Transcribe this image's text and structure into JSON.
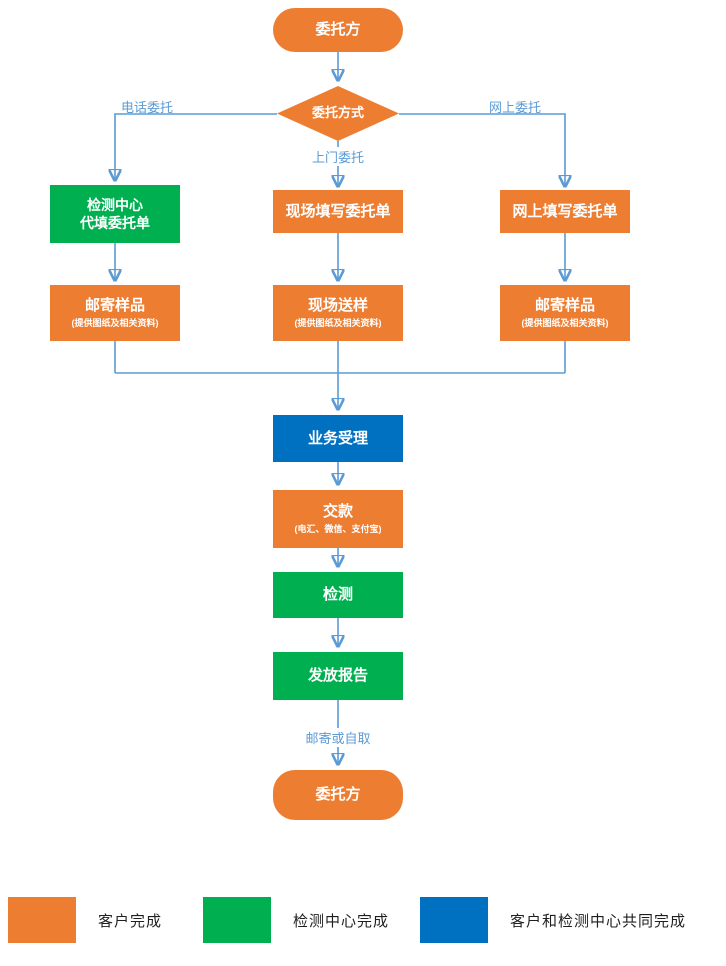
{
  "colors": {
    "orange": "#ED7D31",
    "green": "#00B050",
    "blue": "#0070C0",
    "connector": "#5B9BD5",
    "branch_label_text": "#5B9BD5",
    "legend_text": "#1F1F1F"
  },
  "flow": {
    "start": "委托方",
    "decision": "委托方式",
    "branch_labels": {
      "phone": "电话委托",
      "onsite": "上门委托",
      "online": "网上委托"
    },
    "phone_branch": {
      "step1_line1": "检测中心",
      "step1_line2": "代填委托单",
      "step2_title": "邮寄样品",
      "step2_sub": "(提供图纸及相关资料)"
    },
    "onsite_branch": {
      "step1": "现场填写委托单",
      "step2_title": "现场送样",
      "step2_sub": "(提供图纸及相关资料)"
    },
    "online_branch": {
      "step1": "网上填写委托单",
      "step2_title": "邮寄样品",
      "step2_sub": "(提供图纸及相关资料)"
    },
    "accept": "业务受理",
    "payment_title": "交款",
    "payment_sub": "(电汇、微信、支付宝)",
    "testing": "检测",
    "report": "发放报告",
    "delivery_label": "邮寄或自取",
    "end": "委托方"
  },
  "legend": {
    "items": [
      {
        "label": "客户完成",
        "color": "#ED7D31"
      },
      {
        "label": "检测中心完成",
        "color": "#00B050"
      },
      {
        "label": "客户和检测中心共同完成",
        "color": "#0070C0"
      }
    ]
  }
}
